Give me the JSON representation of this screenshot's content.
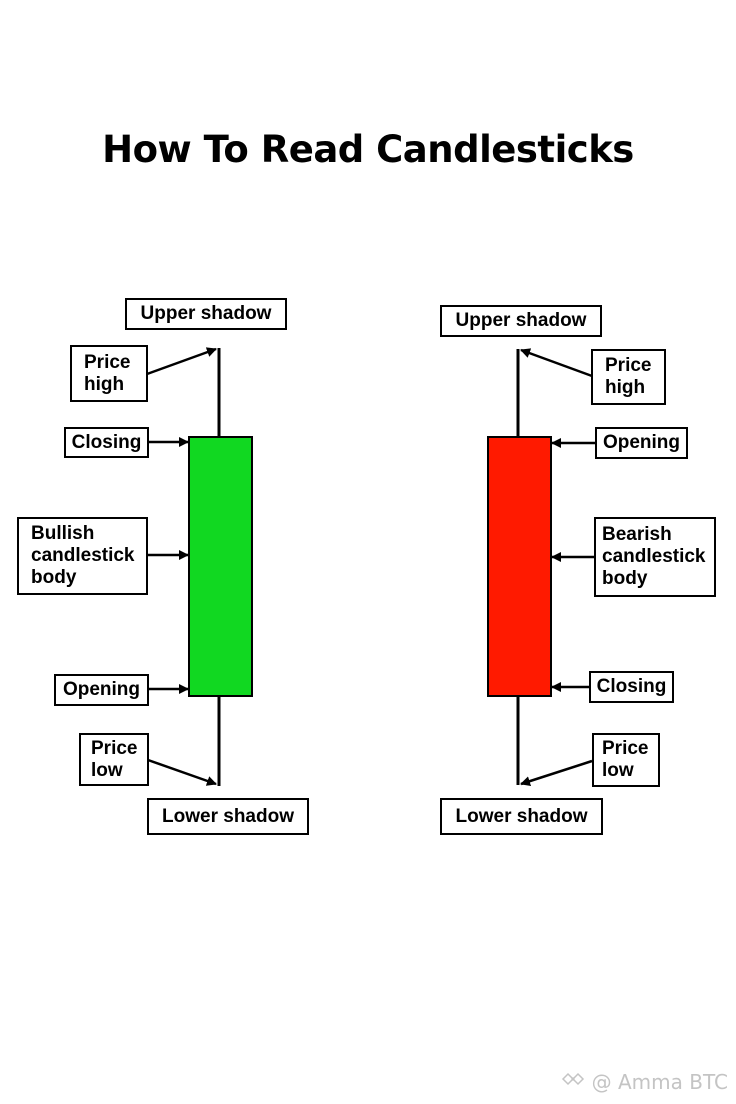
{
  "title": "How To Read Candlesticks",
  "bullish": {
    "color": "#11d821",
    "upper_shadow": "Upper shadow",
    "price_high": "Price\nhigh",
    "closing": "Closing",
    "body": "Bullish\ncandlestick\nbody",
    "opening": "Opening",
    "price_low": "Price\nlow",
    "lower_shadow": "Lower shadow"
  },
  "bearish": {
    "color": "#ff1a00",
    "upper_shadow": "Upper shadow",
    "price_high": "Price\nhigh",
    "opening": "Opening",
    "body": "Bearish\ncandlestick\nbody",
    "closing": "Closing",
    "price_low": "Price\nlow",
    "lower_shadow": "Lower shadow"
  },
  "watermark": {
    "icon": "diamond-logo-icon",
    "text": "@ Amma BTC"
  }
}
